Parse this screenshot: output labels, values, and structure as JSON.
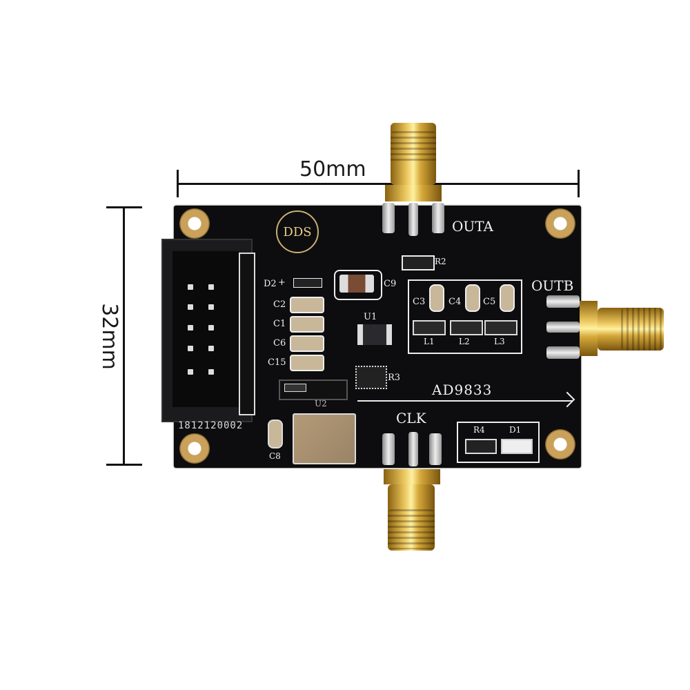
{
  "dimensions": {
    "width_label": "50mm",
    "height_label": "32mm"
  },
  "board": {
    "logo": "DDS",
    "chip_label": "AD9833",
    "serial": "1812120002",
    "connectors": {
      "out_a": "OUTA",
      "out_b": "OUTB",
      "clk": "CLK"
    },
    "designators": {
      "d2": "D2",
      "d2_polarity": "+",
      "c9": "C9",
      "c2": "C2",
      "c1": "C1",
      "c6": "C6",
      "c15": "C15",
      "u1": "U1",
      "u2": "U2",
      "r3": "R3",
      "r2": "R2",
      "c3": "C3",
      "c4": "C4",
      "c5": "C5",
      "l1": "L1",
      "l2": "L2",
      "l3": "L3",
      "c8": "C8",
      "r4": "R4",
      "d1": "D1"
    }
  },
  "colors": {
    "pcb": "#0d0d0f",
    "silkscreen": "#f2f2f2",
    "gold": "#d6a93a",
    "background": "#ffffff"
  }
}
